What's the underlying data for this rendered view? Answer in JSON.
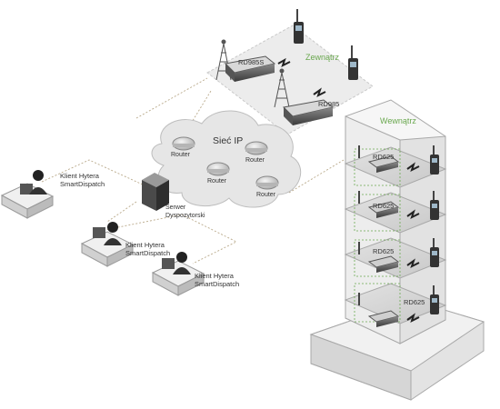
{
  "zones": {
    "outside": "Zewnątrz",
    "inside": "Wewnątrz",
    "network": "Sieć IP"
  },
  "repeaters": {
    "outdoor_1": "RD985S",
    "outdoor_2": "RD985",
    "floor_1": "RD625",
    "floor_2": "RD625",
    "floor_3": "RD625",
    "floor_4": "RD625"
  },
  "routers": [
    "Router",
    "Router",
    "Router",
    "Router"
  ],
  "server": {
    "line1": "Serwer",
    "line2": "Dyspozytorski"
  },
  "clients": [
    {
      "line1": "Klient Hytera",
      "line2": "SmartDispatch"
    },
    {
      "line1": "Klient Hytera",
      "line2": "SmartDispatch"
    },
    {
      "line1": "Klient Hytera",
      "line2": "SmartDispatch"
    }
  ],
  "colors": {
    "accent_green": "#6aa84f",
    "platform": "#e9e9e9",
    "outline": "#9a9a9a",
    "dotted_link": "#b9a98a"
  }
}
